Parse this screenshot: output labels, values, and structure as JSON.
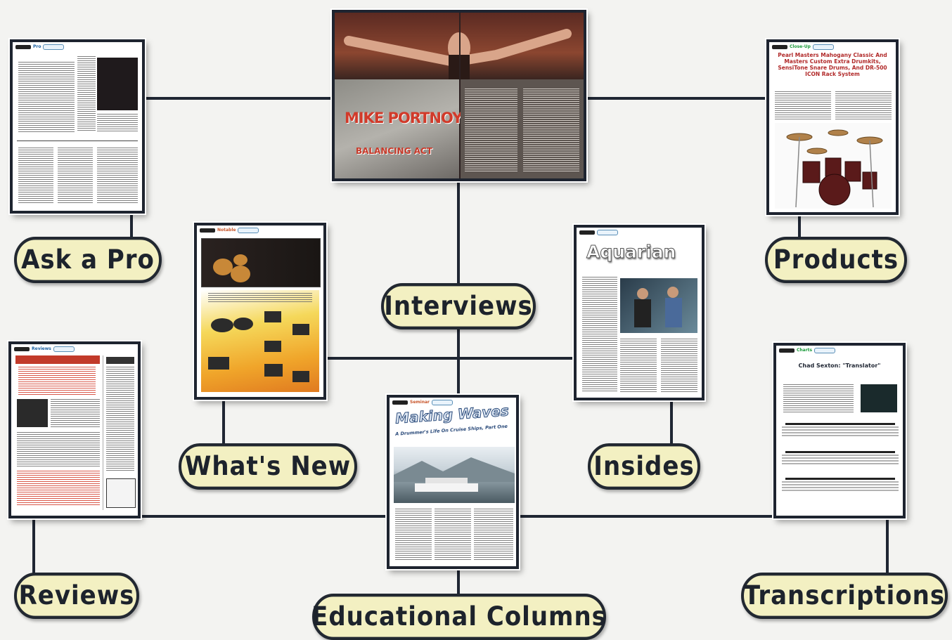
{
  "colors": {
    "line": "#1f2633",
    "label_fill": "#f3f0c2",
    "label_border": "#222831",
    "background": "#f3f3f1"
  },
  "labels": {
    "ask_a_pro": "Ask a Pro",
    "products": "Products",
    "interviews": "Interviews",
    "whats_new": "What's New",
    "insides": "Insides",
    "reviews": "Reviews",
    "educational_columns": "Educational Columns",
    "transcriptions": "Transcriptions"
  },
  "pages": {
    "interview": {
      "headline": "MIKE PORTNOY",
      "subhead": "BALANCING ACT"
    },
    "ask_a_pro": {
      "section": "Pro"
    },
    "products": {
      "section": "Close-Up",
      "headline": "Pearl Masters Mahogany Classic And Masters Custom Extra Drumkits, SensiTone Snare Drums, And DR-500 ICON Rack System"
    },
    "whats_new": {
      "section": "Notable"
    },
    "insides": {
      "headline": "Aquarian"
    },
    "reviews": {
      "section": "Reviews"
    },
    "educational": {
      "section": "Seminar",
      "headline": "Making Waves",
      "subhead": "A Drummer's Life On Cruise Ships, Part One"
    },
    "transcriptions": {
      "section": "Charts",
      "headline": "Chad Sexton: \"Translator\""
    }
  }
}
